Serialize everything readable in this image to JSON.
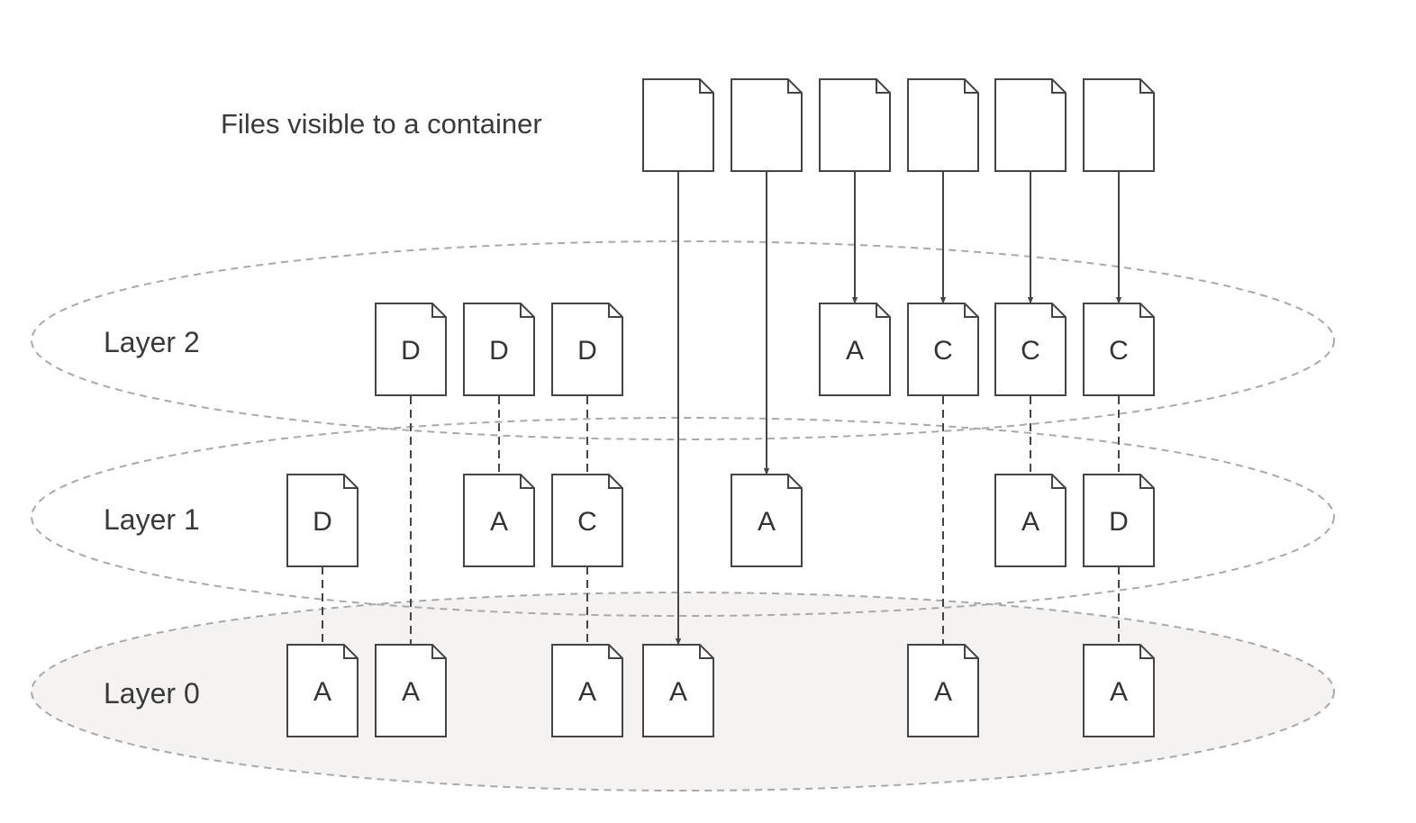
{
  "caption": "Files visible to a container",
  "layers": [
    {
      "label": "Layer 2"
    },
    {
      "label": "Layer 1"
    },
    {
      "label": "Layer 0"
    }
  ],
  "visible_files": [
    "",
    "",
    "",
    "",
    "",
    ""
  ],
  "layer_files": {
    "layer2": [
      "D",
      "D",
      "D",
      "A",
      "C",
      "C",
      "C"
    ],
    "layer1": [
      "D",
      "A",
      "C",
      "A",
      "A",
      "D"
    ],
    "layer0": [
      "A",
      "A",
      "A",
      "A",
      "A",
      "A"
    ]
  },
  "colors": {
    "line": "#444444",
    "ellipse": "#a9a9a9",
    "layer0_fill": "#f4f3f2",
    "doc_fill": "#ffffff"
  }
}
